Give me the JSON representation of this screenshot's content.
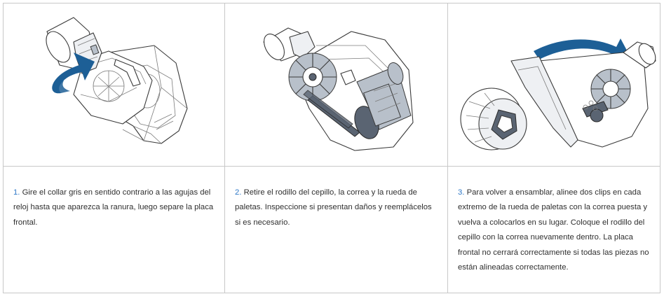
{
  "steps": [
    {
      "number": "1.",
      "text": "Gire el collar gris en sentido contrario a las agujas del reloj hasta que aparezca la ranura, luego separe la placa frontal.",
      "illustration": "rotate-collar-illustration"
    },
    {
      "number": "2.",
      "text": "Retire el rodillo del cepillo, la correa y la rueda de paletas. Inspeccione si presentan daños y reemplácelos si es necesario.",
      "illustration": "remove-brushroll-illustration"
    },
    {
      "number": "3.",
      "text": "Para volver a ensamblar, alinee dos clips en cada extremo de la rueda de paletas con la correa puesta y vuelva a colocarlos en su lugar. Coloque el rodillo del cepillo con la correa nuevamente dentro. La placa frontal no cerrará correctamente si todas las piezas no están alineadas correctamente.",
      "illustration": "reassemble-illustration"
    }
  ],
  "colors": {
    "arrow": "#1d5f96",
    "step_number": "#2e78c7",
    "border": "#c8c8c8"
  }
}
